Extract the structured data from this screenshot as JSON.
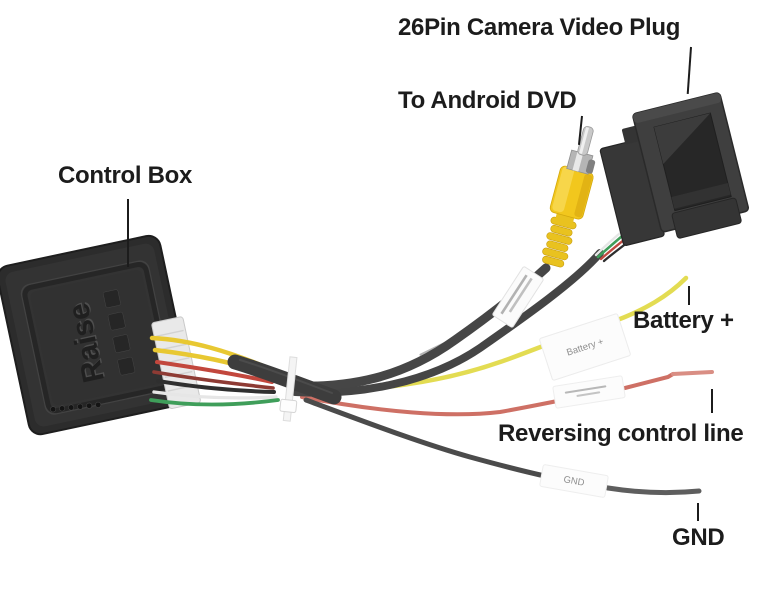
{
  "labels": {
    "camera_plug": "26Pin Camera Video Plug",
    "android_dvd": "To Android DVD",
    "control_box": "Control Box",
    "battery_plus": "Battery +",
    "reversing": "Reversing control line",
    "gnd": "GND"
  },
  "stickers": {
    "battery_tag": "Battery +",
    "gnd_tag": "GND"
  },
  "device": {
    "brand": "Raise"
  },
  "colors": {
    "background": "#ffffff",
    "label_text": "#1c1c1c",
    "rca_yellow": "#f2c71d",
    "battery_wire_yellow": "#e3dc52",
    "reversing_wire_red": "#ce7065",
    "gnd_wire_black": "#4b4b4b",
    "green_wire": "#3f9e5a",
    "plastic_black": "#353535",
    "sticker_white": "#fcfcfc"
  }
}
